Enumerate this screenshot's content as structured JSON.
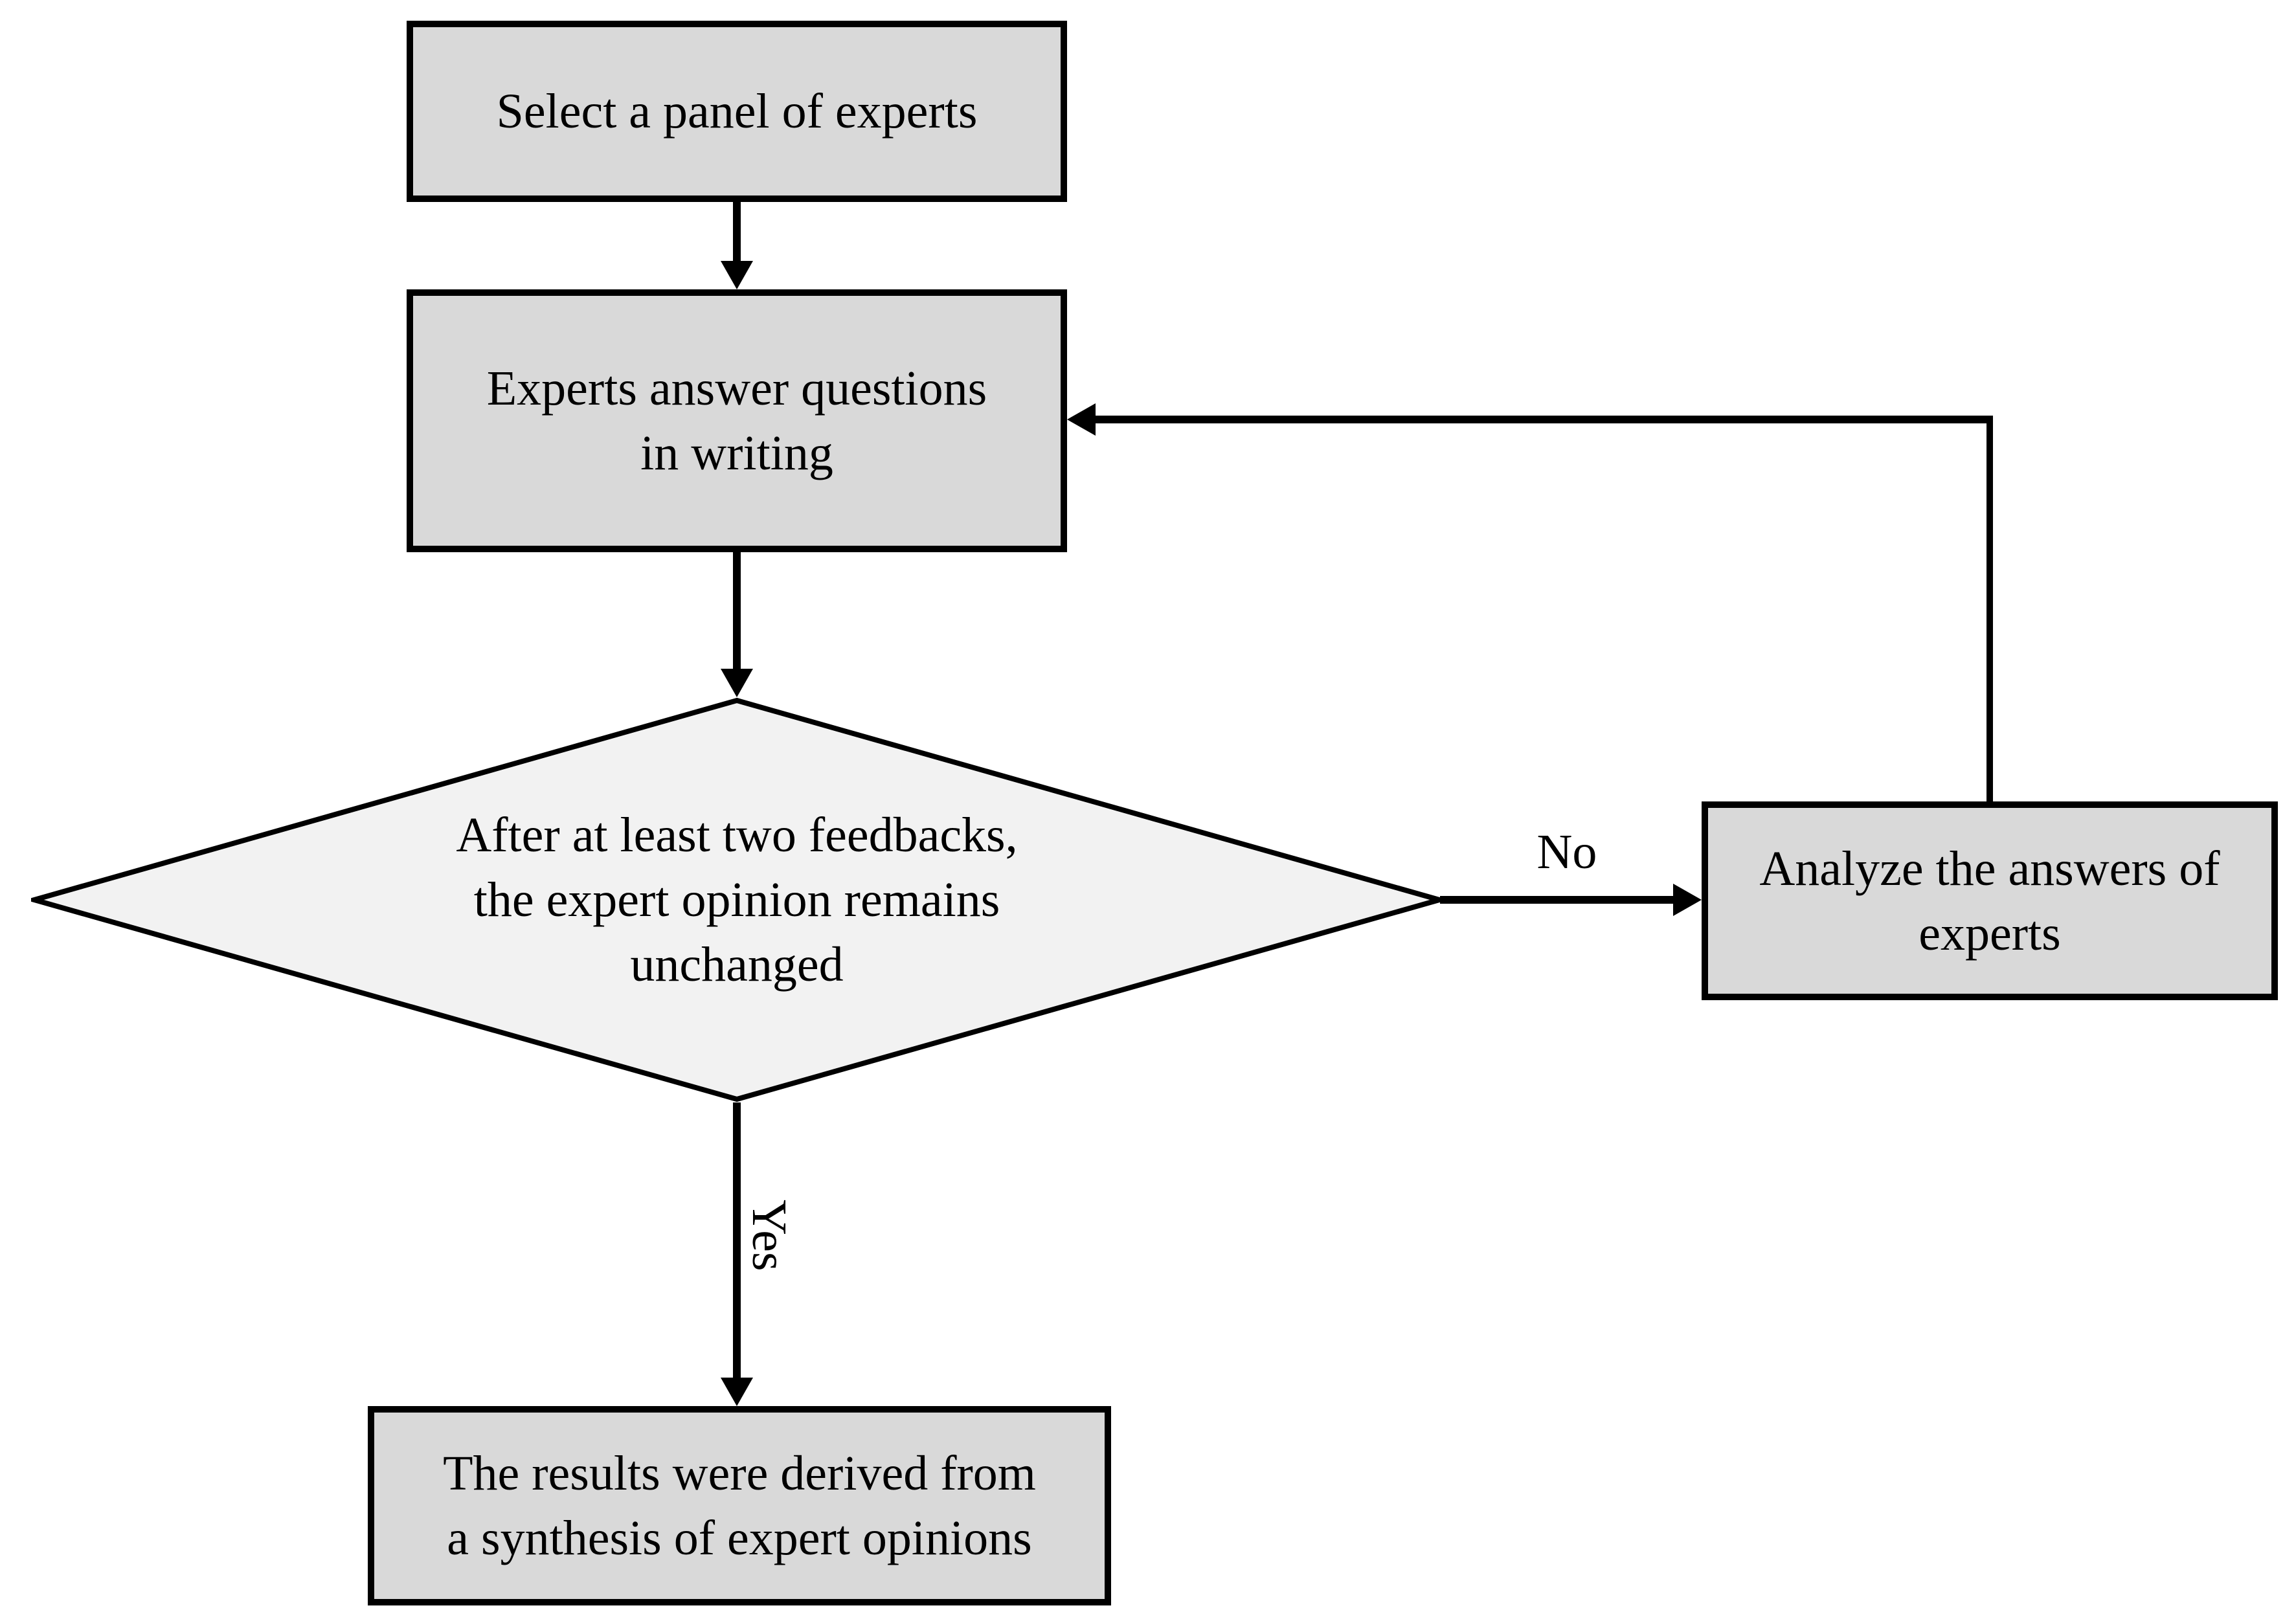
{
  "diagram": {
    "type": "flowchart",
    "colors": {
      "background": "#ffffff",
      "node_fill": "#d9d9d9",
      "decision_fill": "#f2f2f2",
      "border": "#000000",
      "text": "#000000"
    },
    "nodes": {
      "select_panel": {
        "shape": "rectangle",
        "label": "Select a panel of experts"
      },
      "experts_answer": {
        "shape": "rectangle",
        "line1": "Experts answer questions",
        "line2": "in writing"
      },
      "decision": {
        "shape": "diamond",
        "line1": "After at least two feedbacks,",
        "line2": "the expert opinion remains",
        "line3": "unchanged"
      },
      "analyze": {
        "shape": "rectangle",
        "line1": "Analyze the answers of",
        "line2": "experts"
      },
      "results": {
        "shape": "rectangle",
        "line1": "The results were derived from",
        "line2": "a synthesis of expert opinions"
      }
    },
    "edges": [
      {
        "from": "select_panel",
        "to": "experts_answer",
        "label": ""
      },
      {
        "from": "experts_answer",
        "to": "decision",
        "label": ""
      },
      {
        "from": "decision",
        "to": "analyze",
        "label": "No"
      },
      {
        "from": "analyze",
        "to": "experts_answer",
        "label": ""
      },
      {
        "from": "decision",
        "to": "results",
        "label": "Yes"
      }
    ]
  }
}
